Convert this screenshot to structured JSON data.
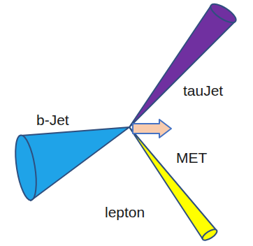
{
  "diagram": {
    "labels": [
      "tauJet",
      "b-Jet",
      "MET",
      "lepton"
    ]
  }
}
